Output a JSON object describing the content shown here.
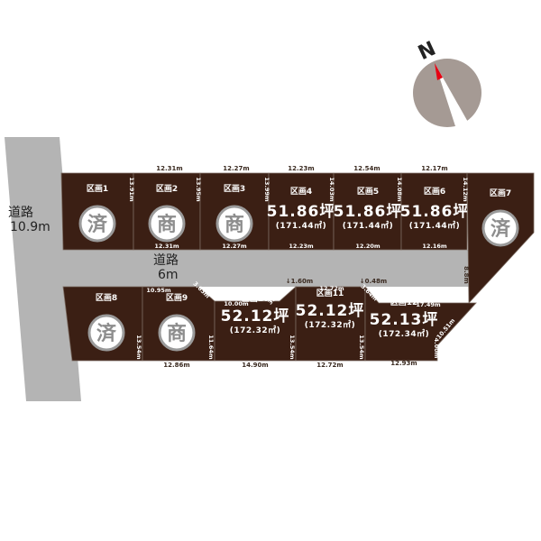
{
  "compass": {
    "north_label": "N",
    "needle_color": "#e60012",
    "dial_color": "#a59a94"
  },
  "colors": {
    "lot": "#3b1f14",
    "road": "#b4b4b4",
    "stamp_ring": "#9a9a9a"
  },
  "roads": [
    {
      "name": "道路",
      "width": "10.9m"
    },
    {
      "name": "道路",
      "width": "6m"
    }
  ],
  "lots": [
    {
      "label": "区画1",
      "status": "済"
    },
    {
      "label": "区画2",
      "status": "商"
    },
    {
      "label": "区画3",
      "status": "商"
    },
    {
      "label": "区画4",
      "tsubo": "51.86坪",
      "sqm": "(171.44㎡)"
    },
    {
      "label": "区画5",
      "tsubo": "51.86坪",
      "sqm": "(171.44㎡)"
    },
    {
      "label": "区画6",
      "tsubo": "51.86坪",
      "sqm": "(171.44㎡)"
    },
    {
      "label": "区画7",
      "status": "済"
    },
    {
      "label": "区画8",
      "status": "済"
    },
    {
      "label": "区画9",
      "status": "商"
    },
    {
      "label": "区画10",
      "tsubo": "52.12坪",
      "sqm": "(172.32㎡)"
    },
    {
      "label": "区画11",
      "tsubo": "52.12坪",
      "sqm": "(172.32㎡)"
    },
    {
      "label": "区画12",
      "tsubo": "52.13坪",
      "sqm": "(172.34㎡)"
    }
  ],
  "dimensions": [
    "12.31m",
    "12.27m",
    "12.23m",
    "12.54m",
    "12.17m",
    "13.91m",
    "13.95m",
    "13.99m",
    "14.03m",
    "14.08m",
    "14.12m",
    "12.31m",
    "12.27m",
    "12.23m",
    "12.20m",
    "12.16m",
    "10.95m",
    "3.63m",
    "10.00m",
    "3.64m",
    "1.60m",
    "12.72m",
    "0.48m",
    "3.64m",
    "17.49m",
    "8.8m",
    "10.51m",
    "4.00m",
    "13.54m",
    "11.64m",
    "13.54m",
    "13.54m",
    "12.86m",
    "14.90m",
    "12.72m",
    "12.93m"
  ]
}
